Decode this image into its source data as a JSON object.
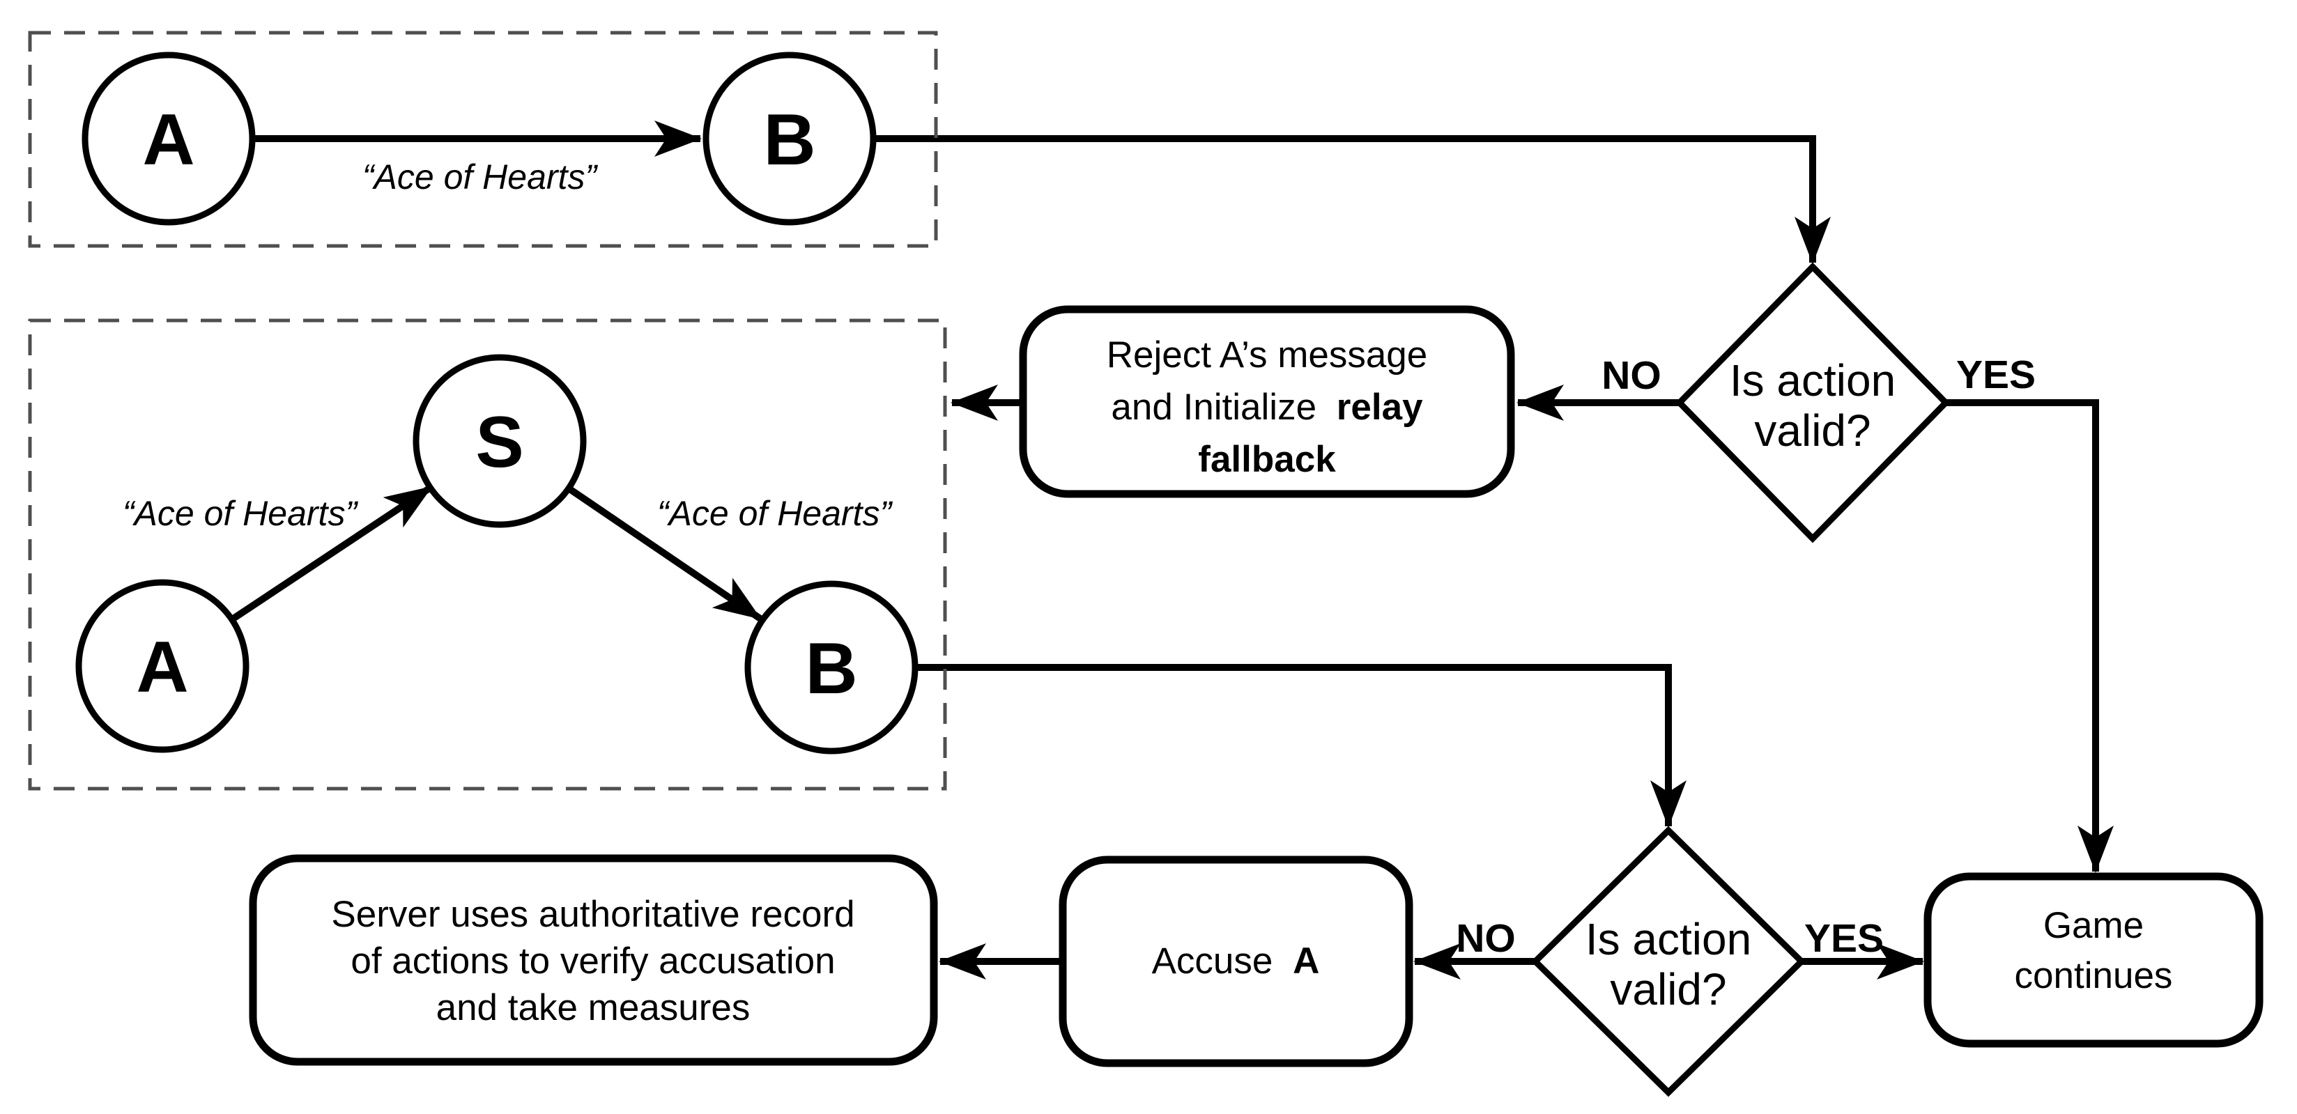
{
  "colors": {
    "line": "#000000",
    "no_red": "#EE1111",
    "yes_green": "#45A339",
    "dash_gray": "#4F4F4F"
  },
  "direct_scenario": {
    "node_a": "A",
    "node_b": "B",
    "message": "“Ace of Hearts”"
  },
  "relay_scenario": {
    "node_a": "A",
    "node_s": "S",
    "node_b": "B",
    "message_a_to_s": "“Ace of Hearts”",
    "message_s_to_b": "“Ace of Hearts”"
  },
  "decision1": {
    "line1": "Is action",
    "line2": "valid?",
    "no_label": "NO",
    "yes_label": "YES"
  },
  "decision2": {
    "line1": "Is action",
    "line2": "valid?",
    "no_label": "NO",
    "yes_label": "YES"
  },
  "reject_box": {
    "line1": "Reject A’s message",
    "line2_regular": "and Initialize",
    "line2_bold": "relay",
    "line3_bold": "fallback"
  },
  "accuse_box": {
    "regular": "Accuse",
    "bold": "A"
  },
  "server_box": {
    "line1": "Server uses authoritative record",
    "line2": "of actions to verify accusation",
    "line3": "and take measures"
  },
  "game_box": {
    "line1": "Game",
    "line2": "continues"
  }
}
